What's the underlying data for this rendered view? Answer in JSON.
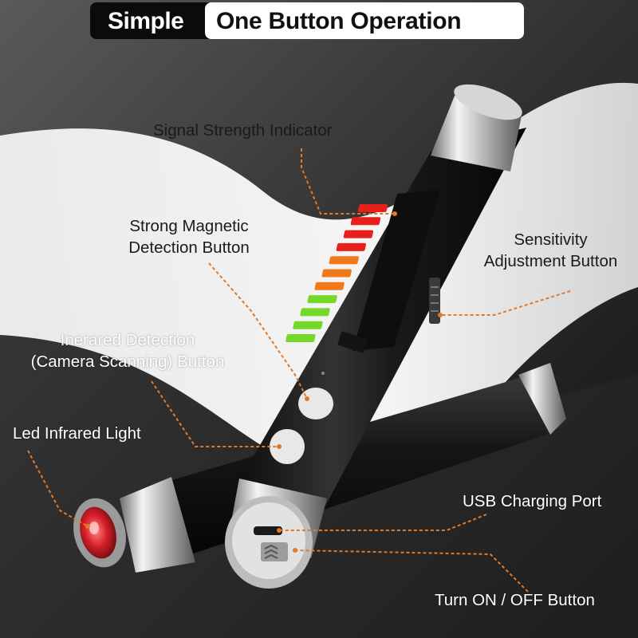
{
  "title": {
    "highlight": "Simple",
    "text": "One Button Operation"
  },
  "labels": {
    "signal_strength": "Signal Strength Indicator",
    "magnetic_line1": "Strong Magnetic",
    "magnetic_line2": "Detection Button",
    "sensitivity_line1": "Sensitivity",
    "sensitivity_line2": "Adjustment Button",
    "infrared_line1": "Inerared Detection",
    "infrared_line2": "(Camera Scanning) Button",
    "led_infrared": "Led Infrared Light",
    "usb_port": "USB Charging Port",
    "power_button": "Turn ON / OFF Button"
  },
  "colors": {
    "leader_line": "#e07a2a",
    "signal_red": "#e8201c",
    "signal_orange": "#f07a1a",
    "signal_green": "#74d82a",
    "device_body": "#1c1c1c"
  },
  "signal_indicator": {
    "levels": [
      "red",
      "red",
      "red",
      "red",
      "orange",
      "orange",
      "orange",
      "green",
      "green",
      "green",
      "green"
    ]
  }
}
